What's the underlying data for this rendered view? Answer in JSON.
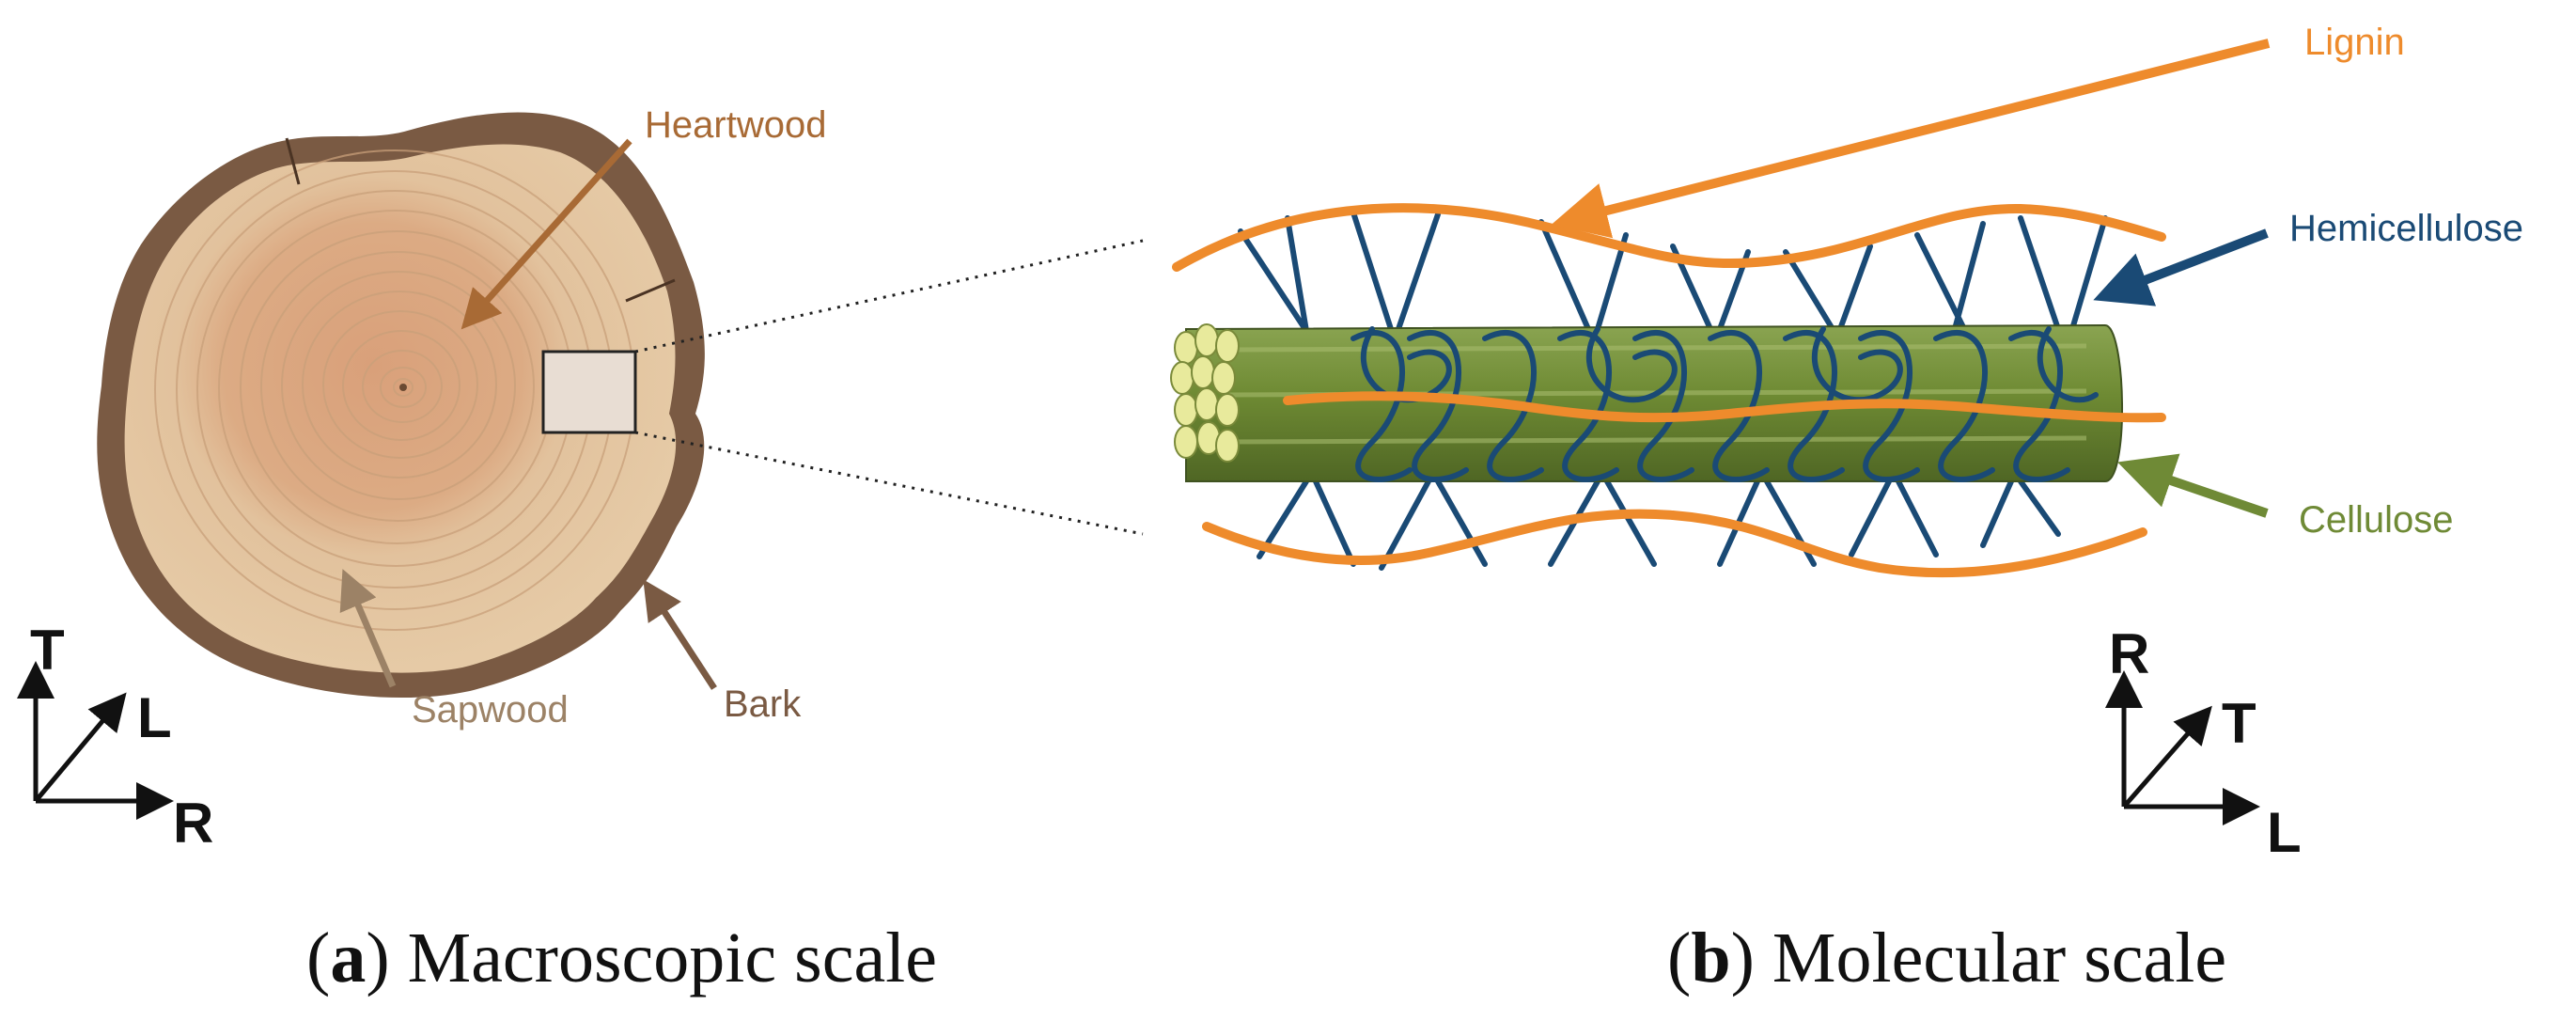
{
  "panel_a": {
    "labels": {
      "heartwood": "Heartwood",
      "sapwood": "Sapwood",
      "bark": "Bark"
    },
    "axes": {
      "up": "T",
      "diagonal": "L",
      "right": "R"
    },
    "caption": {
      "letter": "a",
      "text": "Macroscopic scale"
    }
  },
  "panel_b": {
    "labels": {
      "lignin": "Lignin",
      "hemicellulose": "Hemicellulose",
      "cellulose": "Cellulose"
    },
    "axes": {
      "up": "R",
      "diagonal": "T",
      "right": "L"
    },
    "caption": {
      "letter": "b",
      "text": "Molecular scale"
    }
  },
  "colors": {
    "heartwood": "#a86a35",
    "sapwood": "#9c8266",
    "bark": "#7a5a43",
    "lignin": "#ee8b2c",
    "hemicellulose": "#1a4a75",
    "cellulose": "#6f8a36"
  }
}
